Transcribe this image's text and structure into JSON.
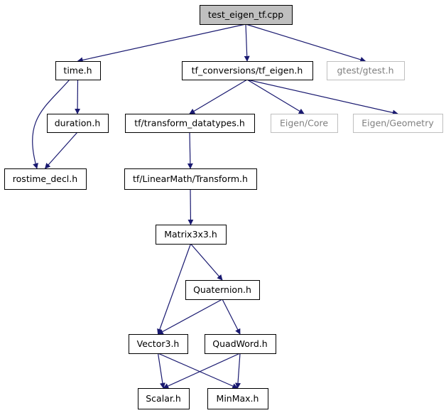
{
  "graph": {
    "nodes": [
      {
        "id": "root",
        "label": "test_eigen_tf.cpp",
        "style": "root"
      },
      {
        "id": "time",
        "label": "time.h",
        "style": "normal"
      },
      {
        "id": "tfconv",
        "label": "tf_conversions/tf_eigen.h",
        "style": "normal"
      },
      {
        "id": "gtest",
        "label": "gtest/gtest.h",
        "style": "external"
      },
      {
        "id": "duration",
        "label": "duration.h",
        "style": "normal"
      },
      {
        "id": "tfdt",
        "label": "tf/transform_datatypes.h",
        "style": "normal"
      },
      {
        "id": "eigencore",
        "label": "Eigen/Core",
        "style": "external"
      },
      {
        "id": "eigengeo",
        "label": "Eigen/Geometry",
        "style": "external"
      },
      {
        "id": "rostime",
        "label": "rostime_decl.h",
        "style": "normal"
      },
      {
        "id": "lmtransform",
        "label": "tf/LinearMath/Transform.h",
        "style": "normal"
      },
      {
        "id": "matrix",
        "label": "Matrix3x3.h",
        "style": "normal"
      },
      {
        "id": "quat",
        "label": "Quaternion.h",
        "style": "normal"
      },
      {
        "id": "vector3",
        "label": "Vector3.h",
        "style": "normal"
      },
      {
        "id": "quadword",
        "label": "QuadWord.h",
        "style": "normal"
      },
      {
        "id": "scalar",
        "label": "Scalar.h",
        "style": "normal"
      },
      {
        "id": "minmax",
        "label": "MinMax.h",
        "style": "normal"
      }
    ],
    "edges": [
      {
        "from": "root",
        "to": "time"
      },
      {
        "from": "root",
        "to": "tfconv"
      },
      {
        "from": "root",
        "to": "gtest"
      },
      {
        "from": "time",
        "to": "duration"
      },
      {
        "from": "time",
        "to": "rostime"
      },
      {
        "from": "duration",
        "to": "rostime"
      },
      {
        "from": "tfconv",
        "to": "tfdt"
      },
      {
        "from": "tfconv",
        "to": "eigencore"
      },
      {
        "from": "tfconv",
        "to": "eigengeo"
      },
      {
        "from": "tfdt",
        "to": "lmtransform"
      },
      {
        "from": "lmtransform",
        "to": "matrix"
      },
      {
        "from": "matrix",
        "to": "quat"
      },
      {
        "from": "matrix",
        "to": "vector3"
      },
      {
        "from": "quat",
        "to": "vector3"
      },
      {
        "from": "quat",
        "to": "quadword"
      },
      {
        "from": "vector3",
        "to": "scalar"
      },
      {
        "from": "vector3",
        "to": "minmax"
      },
      {
        "from": "quadword",
        "to": "scalar"
      },
      {
        "from": "quadword",
        "to": "minmax"
      }
    ]
  },
  "colors": {
    "edge": "#191970",
    "root_fill": "#bfbfbf",
    "node_border": "#000000",
    "external_border": "#bfbfbf",
    "external_text": "#7f7f7f",
    "text": "#000000"
  }
}
